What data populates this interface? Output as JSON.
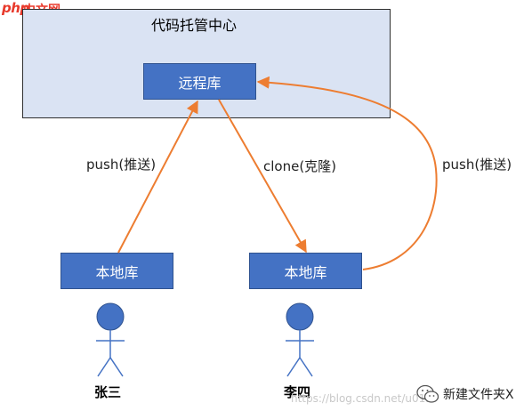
{
  "logo": {
    "php": "php",
    "cn": "中文网"
  },
  "hub": {
    "title": "代码托管中心"
  },
  "nodes": {
    "remote": "远程库",
    "local_a": "本地库",
    "local_b": "本地库"
  },
  "edges": {
    "push_a": "push(推送)",
    "clone": "clone(克隆)",
    "push_b": "push(推送)"
  },
  "people": {
    "a": "张三",
    "b": "李四"
  },
  "watermark": "https://blog.csdn.net/u01...",
  "wechat": {
    "label": "新建文件夹X"
  },
  "colors": {
    "box": "#4472c4",
    "hub_bg": "#dae3f3",
    "arrow": "#ed7d31",
    "person": "#4472c4"
  }
}
